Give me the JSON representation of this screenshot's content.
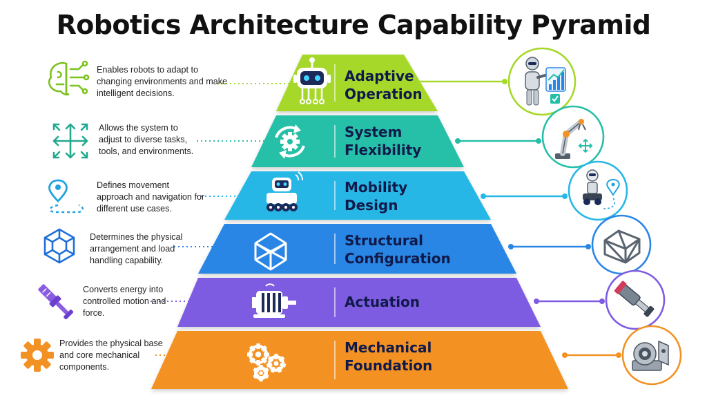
{
  "title": "Robotics Architecture Capability Pyramid",
  "layers": [
    {
      "name": "Adaptive\nOperation",
      "description": "Enables robots to adapt to changing environments and make intelligent decisions.",
      "color": "#a6d82a",
      "icon": "robot-head-icon",
      "left_icon": "brain-circuit-icon",
      "picture": "robot-analytics-illustration"
    },
    {
      "name": "System\nFlexibility",
      "description": "Allows the system to adjust to diverse tasks, tools, and environments.",
      "color": "#25bfa8",
      "icon": "gear-cycle-icon",
      "left_icon": "four-arrows-icon",
      "picture": "robotic-arm-illustration"
    },
    {
      "name": "Mobility\nDesign",
      "description": "Defines movement approach and navigation for different use cases.",
      "color": "#27b7e6",
      "icon": "mobile-robot-icon",
      "left_icon": "map-pin-path-icon",
      "picture": "rover-robot-illustration"
    },
    {
      "name": "Structural\nConfiguration",
      "description": "Determines the physical arrangement and load handling capability.",
      "color": "#2a86e4",
      "icon": "frame-cube-icon",
      "left_icon": "hexagon-cube-icon",
      "picture": "truss-frame-illustration"
    },
    {
      "name": "Actuation",
      "description": "Converts energy into controlled motion and force.",
      "color": "#7e5be2",
      "icon": "electric-motor-icon",
      "left_icon": "actuator-piston-icon",
      "picture": "linear-actuator-illustration"
    },
    {
      "name": "Mechanical\nFoundation",
      "description": "Provides the physical base and core mechanical components.",
      "color": "#f39224",
      "icon": "gears-icon",
      "left_icon": "gear-icon",
      "picture": "bearing-block-illustration"
    }
  ],
  "colors": {
    "title": "#111111",
    "label": "#101a4a",
    "text": "#222222"
  }
}
